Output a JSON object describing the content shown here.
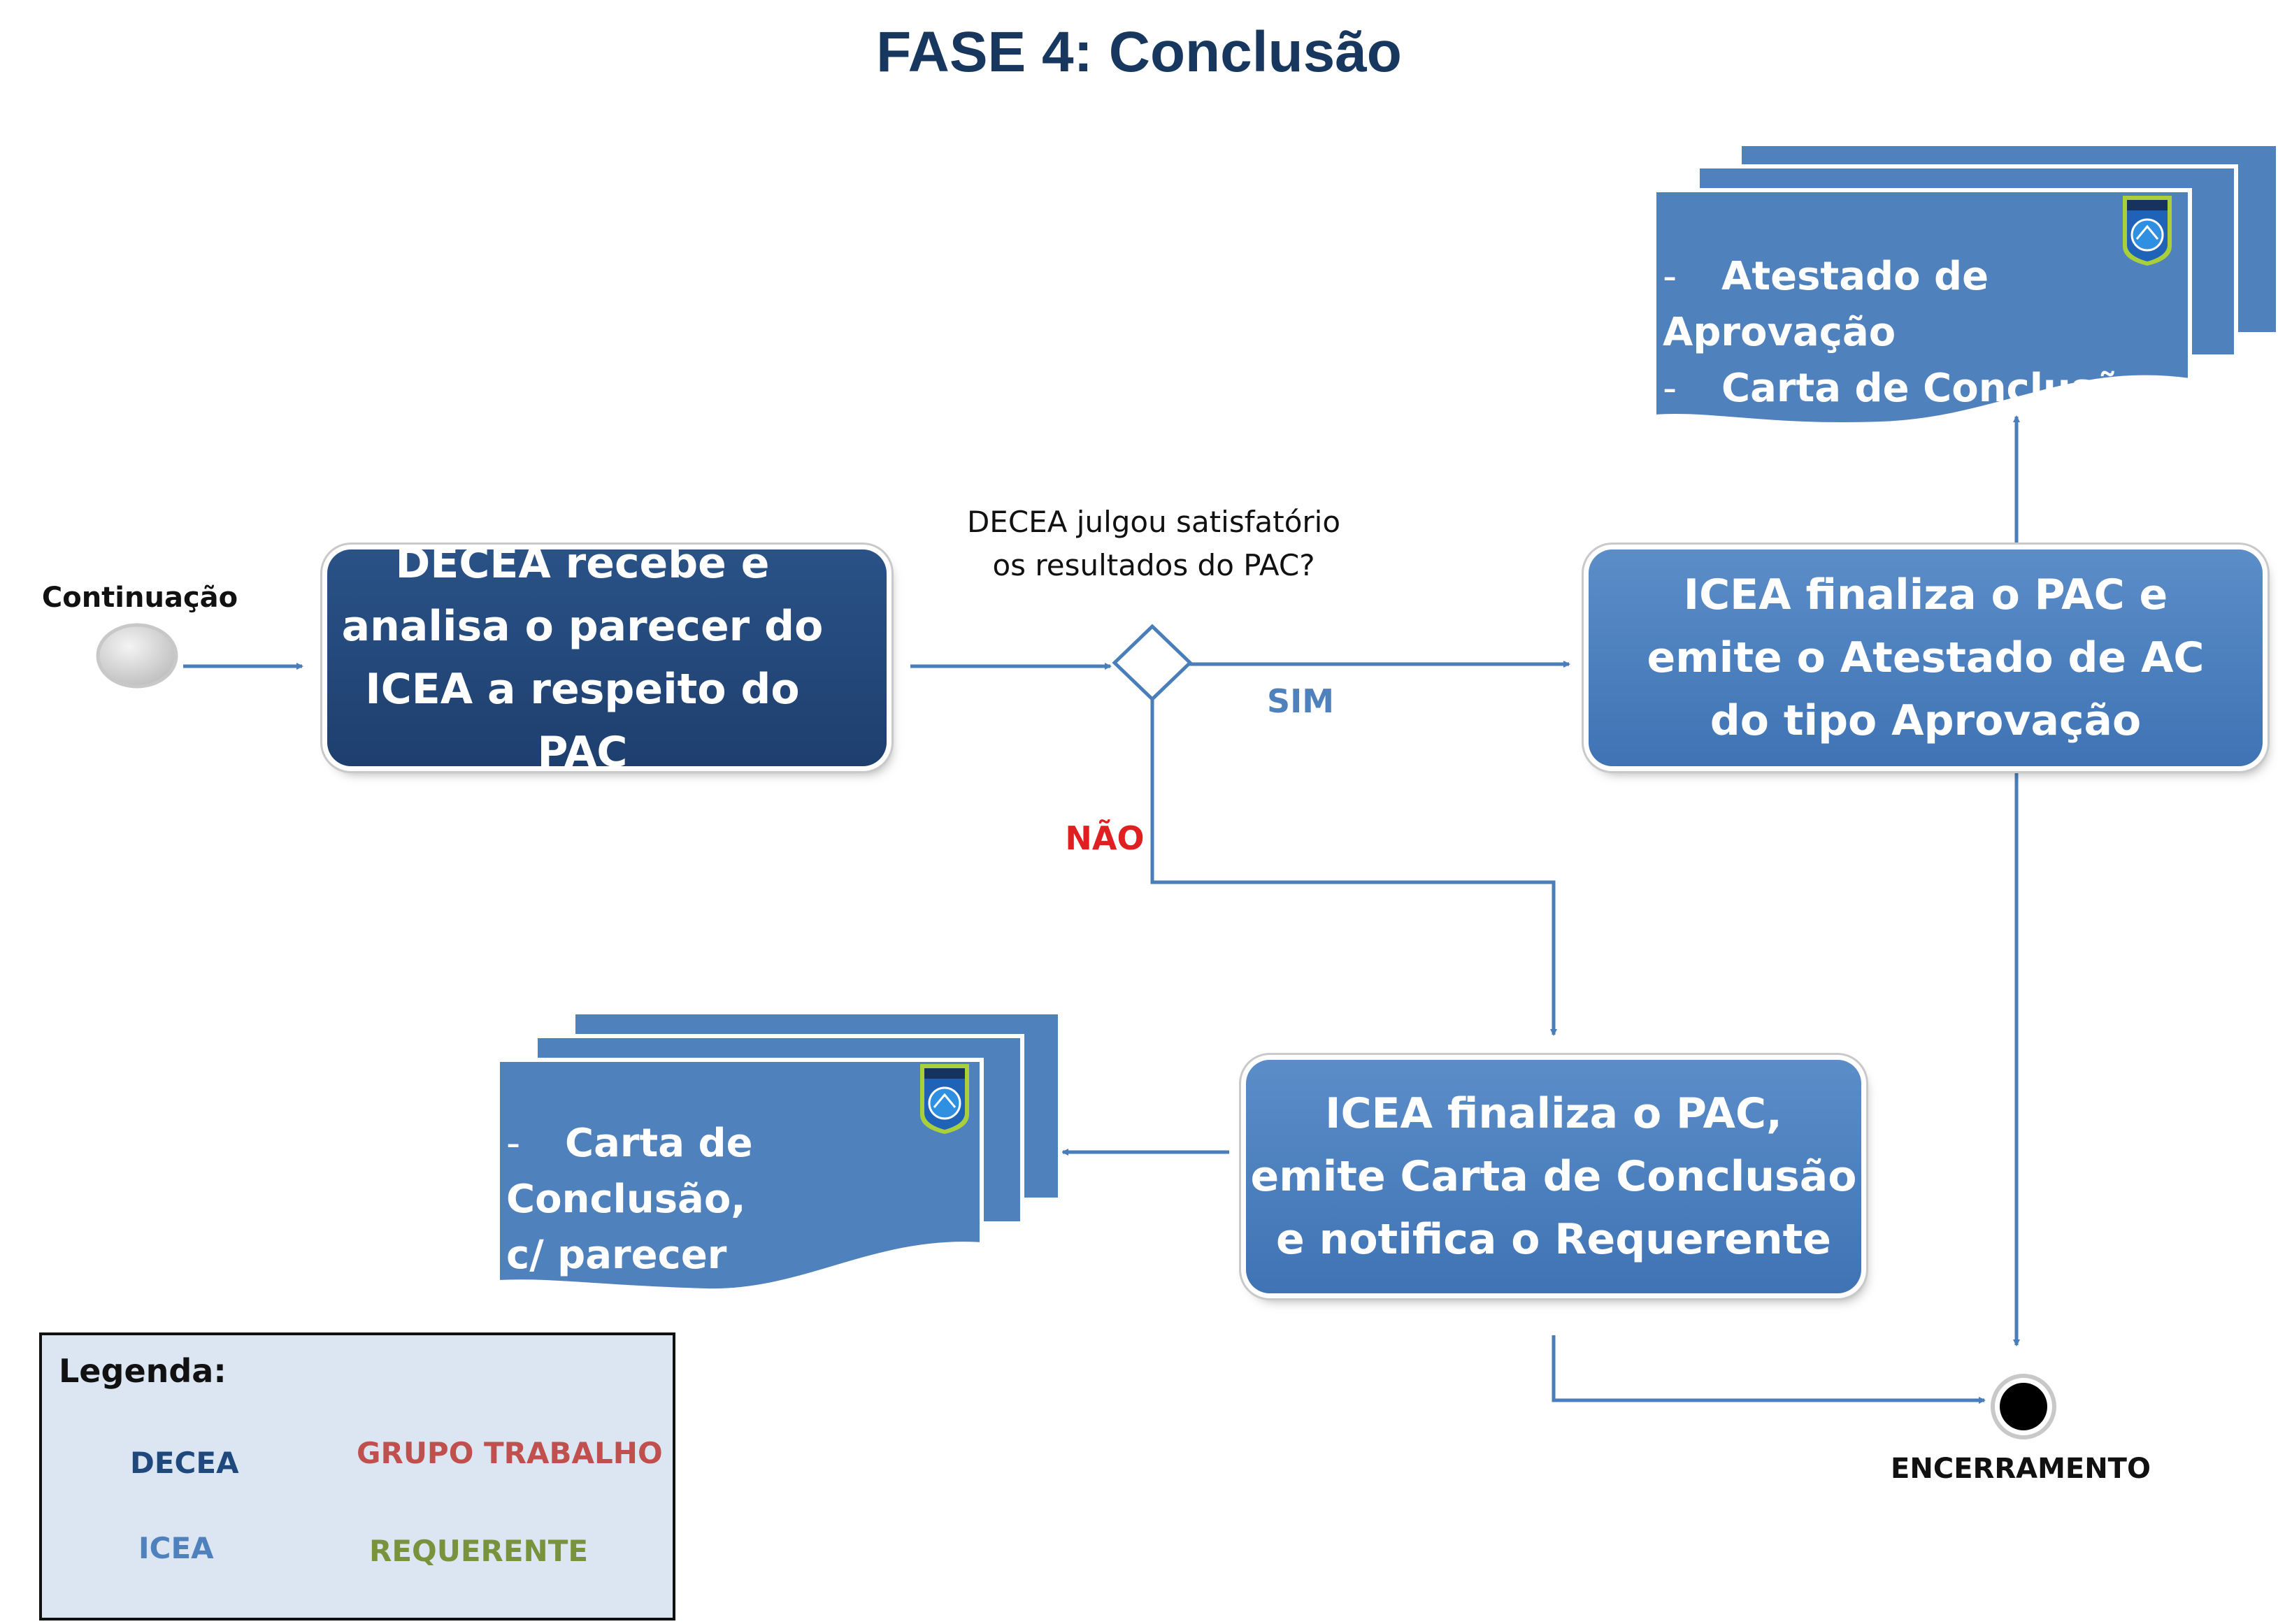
{
  "title": "FASE 4: Conclusão",
  "start": {
    "label": "Continuação"
  },
  "end": {
    "label": "ENCERRAMENTO"
  },
  "processes": {
    "decea_analisa": {
      "text": "DECEA recebe e\nanalisa o parecer do\nICEA a respeito do PAC",
      "badge": "DECEA"
    },
    "icea_aprovacao": {
      "text": "ICEA finaliza o PAC e\nemite o Atestado de AC\ndo tipo Aprovação",
      "badge": "ICEA"
    },
    "icea_notifica": {
      "text": "ICEA finaliza o PAC,\nemite Carta de Conclusão\ne notifica o Requerente",
      "badge": "ICEA"
    }
  },
  "decision": {
    "question": "DECEA julgou satisfatório\nos resultados do PAC?",
    "yes": "SIM",
    "no": "NÃO"
  },
  "documents": {
    "aprovacao": {
      "items": [
        "Atestado de Aprovação",
        "Carta de Conclusão"
      ],
      "badge": "ICEA"
    },
    "desfavoravel": {
      "line1": "Carta de Conclusão,",
      "line2": "c/ parecer desfavorável",
      "badge": "ICEA"
    }
  },
  "legend": {
    "title": "Legenda:",
    "decea": "DECEA",
    "icea": "ICEA",
    "grupo": "GRUPO TRABALHO",
    "requerente": "REQUERENTE"
  },
  "colors": {
    "title": "#17375e",
    "process_dark": "#1e3f6e",
    "process_light": "#4f81bd",
    "connector": "#4a7ebb",
    "nao": "#e02020",
    "sim": "#4f81bd",
    "legend_bg": "#dce6f2",
    "grupo": "#c0504d",
    "requerente": "#77933c"
  }
}
